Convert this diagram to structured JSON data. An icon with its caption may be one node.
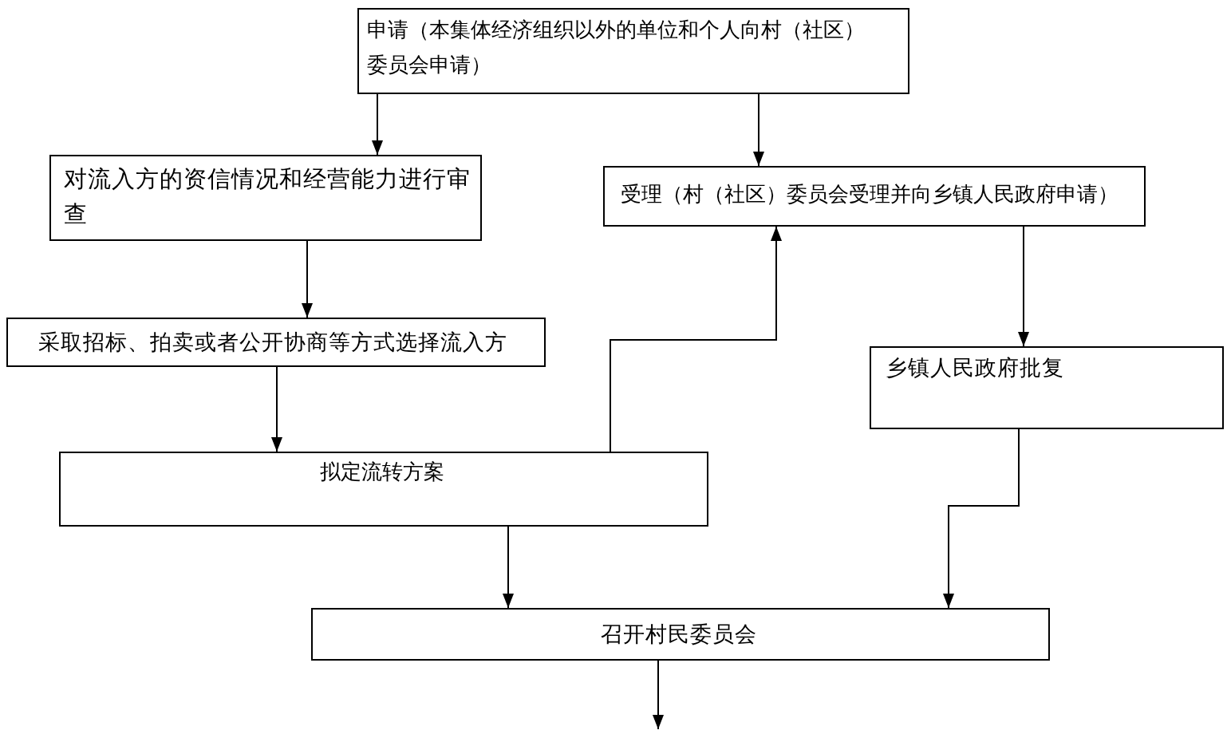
{
  "diagram": {
    "nodes": [
      {
        "text": [
          "申请（本集体经济组织以外的单位和个人向村（社区）委员会申请）"
        ]
      },
      {
        "text": [
          "对流入方的资信情况和经营能力进行审查"
        ]
      },
      {
        "text": [
          "受理（村（社区）委员会受理并向乡镇人民政府申请）"
        ]
      },
      {
        "text": [
          "采取招标、拍卖或者公开协商等方式选择流入方"
        ]
      },
      {
        "text": [
          "拟定流转方案"
        ]
      },
      {
        "text": [
          "乡镇人民政府批复"
        ]
      },
      {
        "text": [
          "召开村民委员会"
        ]
      }
    ],
    "edges": [
      {
        "from": 0,
        "to": 1,
        "arrow": "to"
      },
      {
        "from": 0,
        "to": 2,
        "arrow": "to"
      },
      {
        "from": 1,
        "to": 3,
        "arrow": "to"
      },
      {
        "from": 3,
        "to": 4,
        "arrow": "to"
      },
      {
        "from": 4,
        "to": 2,
        "arrow": "to"
      },
      {
        "from": 2,
        "to": 5,
        "arrow": "to"
      },
      {
        "from": 5,
        "to": 6,
        "arrow": "to"
      },
      {
        "from": 4,
        "to": 6,
        "arrow": "to"
      },
      {
        "from": 6,
        "to": null,
        "arrow": "to"
      }
    ]
  }
}
